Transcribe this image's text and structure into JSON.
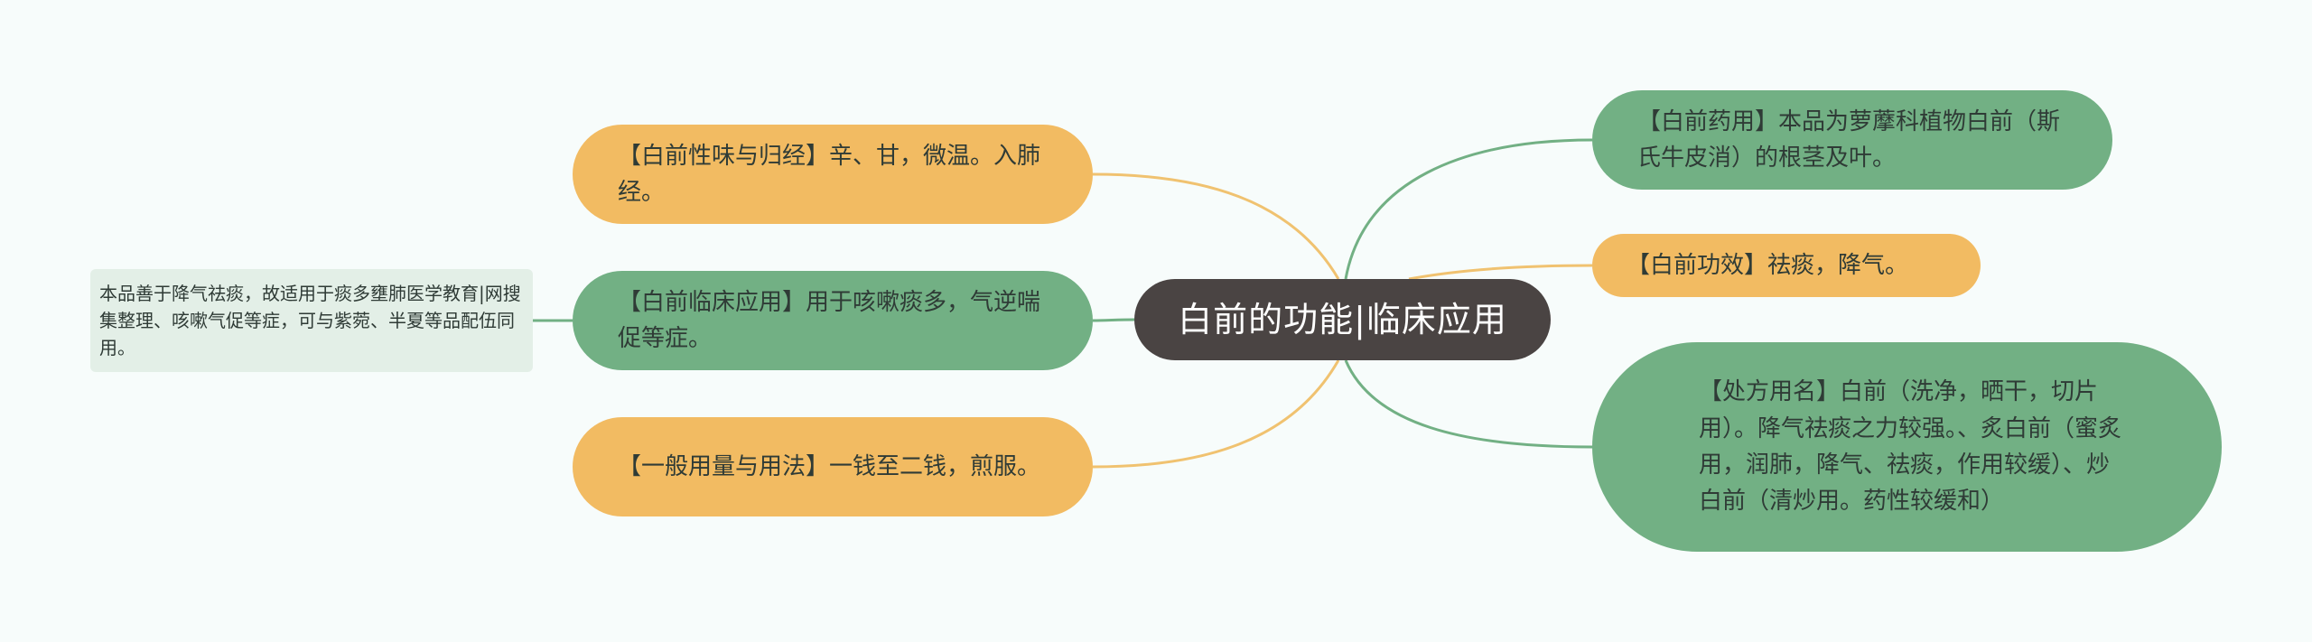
{
  "center": {
    "label": "白前的功能|临床应用"
  },
  "left_nodes": [
    {
      "text": "【白前性味与归经】辛、甘，微温。入肺经。",
      "color": "#f2bb62"
    },
    {
      "text": "【白前临床应用】用于咳嗽痰多，气逆喘促等症。",
      "color": "#72b084"
    },
    {
      "text": "【一般用量与用法】一钱至二钱，煎服。",
      "color": "#f2bb62"
    }
  ],
  "right_nodes": [
    {
      "text": "【白前药用】本品为萝藦科植物白前（斯氏牛皮消）的根茎及叶。",
      "color": "#72b084"
    },
    {
      "text": "【白前功效】祛痰，降气。",
      "color": "#f2bb62"
    },
    {
      "text": "【处方用名】白前（洗净，晒干，切片用）。降气祛痰之力较强。、炙白前（蜜炙用，润肺，降气、祛痰，作用较缓）、炒白前（清炒用。药性较缓和）",
      "color": "#72b084"
    }
  ],
  "note": {
    "text": "本品善于降气祛痰，故适用于痰多壅肺医学教育|网搜集整理、咳嗽气促等症，可与紫菀、半夏等品配伍同用。"
  }
}
